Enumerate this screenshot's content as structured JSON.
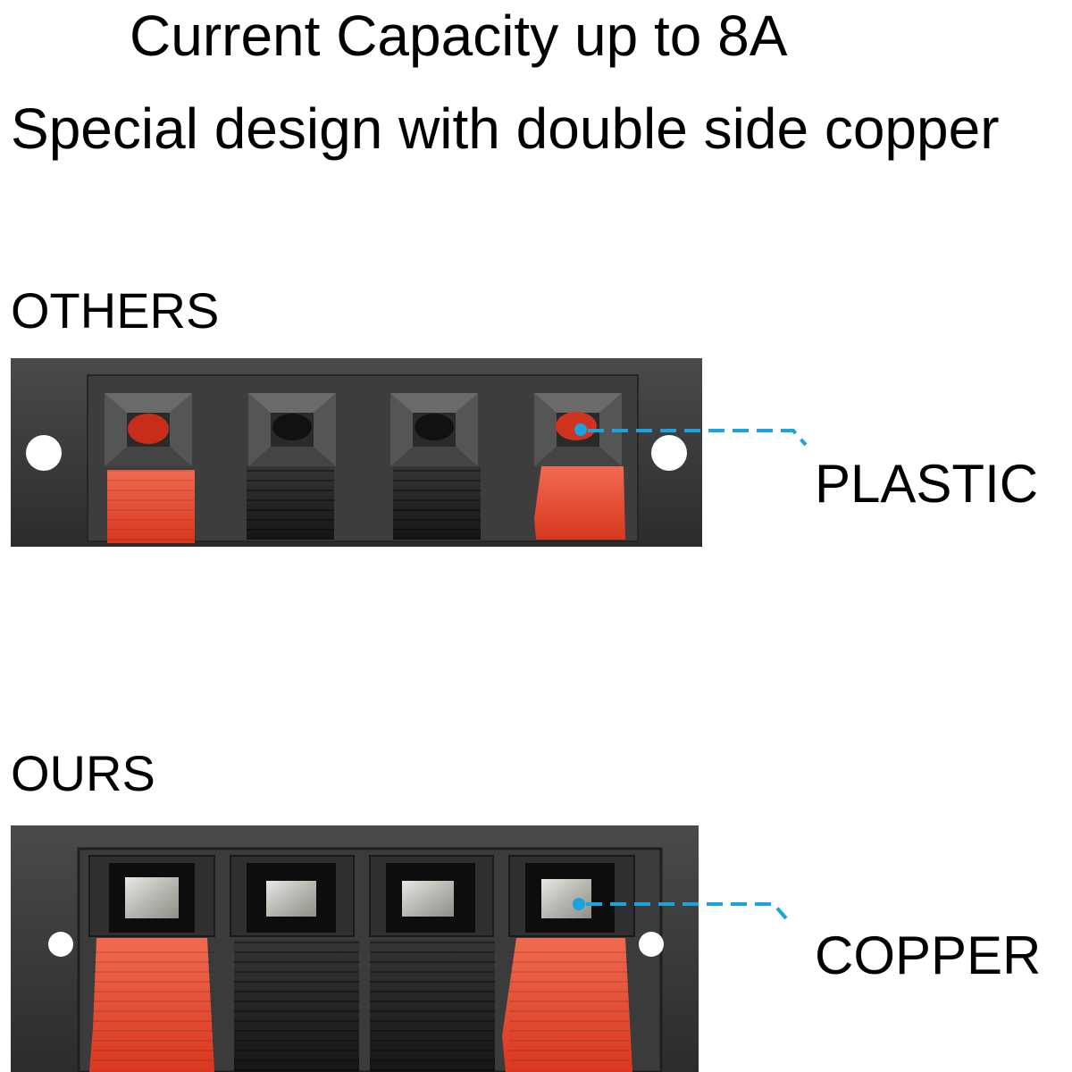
{
  "headline": {
    "line1": "Current Capacity up to 8A",
    "line2": "Special design with double side copper"
  },
  "sections": {
    "others": {
      "label": "OTHERS",
      "callout": "PLASTIC"
    },
    "ours": {
      "label": "OURS",
      "callout": "COPPER"
    }
  },
  "colors": {
    "panel": "#3a3a3a",
    "red_lever": "#e0412c",
    "black_lever": "#222222",
    "copper_contact": "#c8c8c4",
    "callout_line": "#1aa3dc"
  }
}
